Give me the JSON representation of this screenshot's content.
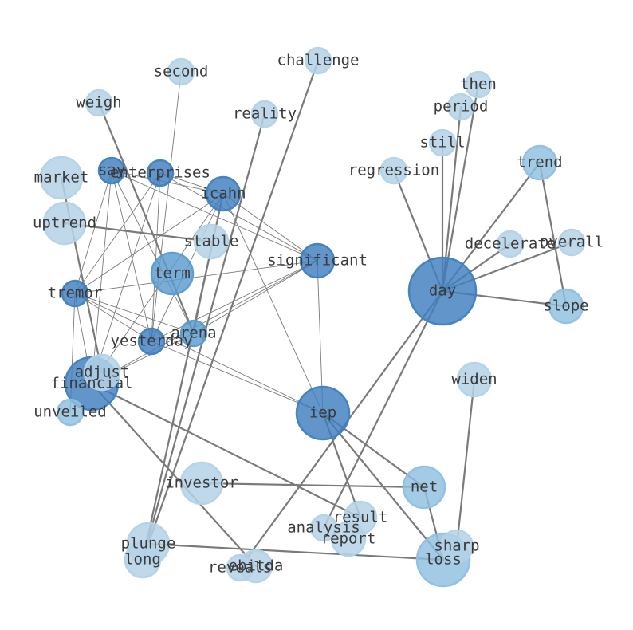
{
  "diagram": {
    "type": "word-network",
    "colors": {
      "pale": "#b4d2e7",
      "light": "#8fbfe0",
      "medium": "#5a9bd0",
      "dark": "#3f7fbf",
      "edge": "#7a7a7a",
      "text": "#3a3a3a"
    },
    "nodes": [
      {
        "id": "day",
        "label": "day",
        "tone": "dark",
        "weight": 5
      },
      {
        "id": "iep",
        "label": "iep",
        "tone": "dark",
        "weight": 4
      },
      {
        "id": "loss",
        "label": "loss",
        "tone": "light",
        "weight": 4
      },
      {
        "id": "financial",
        "label": "financial",
        "tone": "dark",
        "weight": 4
      },
      {
        "id": "term",
        "label": "term",
        "tone": "medium",
        "weight": 3
      },
      {
        "id": "net",
        "label": "net",
        "tone": "light",
        "weight": 3
      },
      {
        "id": "market",
        "label": "market",
        "tone": "pale",
        "weight": 3
      },
      {
        "id": "uptrend",
        "label": "uptrend",
        "tone": "pale",
        "weight": 3
      },
      {
        "id": "investor",
        "label": "investor",
        "tone": "pale",
        "weight": 3
      },
      {
        "id": "plunge",
        "label": "plunge",
        "tone": "pale",
        "weight": 3
      },
      {
        "id": "long",
        "label": "long",
        "tone": "pale",
        "weight": 2
      },
      {
        "id": "icahn",
        "label": "icahn",
        "tone": "dark",
        "weight": 2
      },
      {
        "id": "significant",
        "label": "significant",
        "tone": "dark",
        "weight": 2
      },
      {
        "id": "adjust",
        "label": "adjust",
        "tone": "pale",
        "weight": 2
      },
      {
        "id": "trend",
        "label": "trend",
        "tone": "light",
        "weight": 2
      },
      {
        "id": "slope",
        "label": "slope",
        "tone": "light",
        "weight": 2
      },
      {
        "id": "widen",
        "label": "widen",
        "tone": "pale",
        "weight": 2
      },
      {
        "id": "stable",
        "label": "stable",
        "tone": "pale",
        "weight": 2
      },
      {
        "id": "sharp",
        "label": "sharp",
        "tone": "pale",
        "weight": 2
      },
      {
        "id": "result",
        "label": "result",
        "tone": "pale",
        "weight": 2
      },
      {
        "id": "report",
        "label": "report",
        "tone": "pale",
        "weight": 2
      },
      {
        "id": "ebitda",
        "label": "ebitda",
        "tone": "pale",
        "weight": 2
      },
      {
        "id": "arena",
        "label": "arena",
        "tone": "medium",
        "weight": 1
      },
      {
        "id": "tremor",
        "label": "tremor",
        "tone": "dark",
        "weight": 1
      },
      {
        "id": "yesterday",
        "label": "yesterday",
        "tone": "dark",
        "weight": 1
      },
      {
        "id": "enterprises",
        "label": "enterprises",
        "tone": "dark",
        "weight": 1
      },
      {
        "id": "say",
        "label": "say",
        "tone": "dark",
        "weight": 1
      },
      {
        "id": "unveiled",
        "label": "unveiled",
        "tone": "light",
        "weight": 1
      },
      {
        "id": "reality",
        "label": "reality",
        "tone": "pale",
        "weight": 1
      },
      {
        "id": "challenge",
        "label": "challenge",
        "tone": "pale",
        "weight": 1
      },
      {
        "id": "second",
        "label": "second",
        "tone": "pale",
        "weight": 1
      },
      {
        "id": "weigh",
        "label": "weigh",
        "tone": "pale",
        "weight": 1
      },
      {
        "id": "then",
        "label": "then",
        "tone": "pale",
        "weight": 1
      },
      {
        "id": "period",
        "label": "period",
        "tone": "pale",
        "weight": 1
      },
      {
        "id": "still",
        "label": "still",
        "tone": "pale",
        "weight": 1
      },
      {
        "id": "regression",
        "label": "regression",
        "tone": "pale",
        "weight": 1
      },
      {
        "id": "decelerate",
        "label": "decelerate",
        "tone": "pale",
        "weight": 1
      },
      {
        "id": "overall",
        "label": "overall",
        "tone": "pale",
        "weight": 1
      },
      {
        "id": "analysis",
        "label": "analysis",
        "tone": "pale",
        "weight": 1
      },
      {
        "id": "reveals",
        "label": "reveals",
        "tone": "pale",
        "weight": 1
      }
    ],
    "edges": [
      {
        "source": "day",
        "target": "trend",
        "strength": "strong"
      },
      {
        "source": "day",
        "target": "slope",
        "strength": "strong"
      },
      {
        "source": "day",
        "target": "overall",
        "strength": "strong"
      },
      {
        "source": "day",
        "target": "decelerate",
        "strength": "strong"
      },
      {
        "source": "day",
        "target": "regression",
        "strength": "strong"
      },
      {
        "source": "day",
        "target": "still",
        "strength": "strong"
      },
      {
        "source": "day",
        "target": "period",
        "strength": "strong"
      },
      {
        "source": "day",
        "target": "then",
        "strength": "strong"
      },
      {
        "source": "day",
        "target": "analysis",
        "strength": "strong"
      },
      {
        "source": "day",
        "target": "reveals",
        "strength": "strong"
      },
      {
        "source": "trend",
        "target": "slope",
        "strength": "strong"
      },
      {
        "source": "widen",
        "target": "sharp",
        "strength": "strong"
      },
      {
        "source": "iep",
        "target": "net",
        "strength": "strong"
      },
      {
        "source": "iep",
        "target": "loss",
        "strength": "strong"
      },
      {
        "source": "iep",
        "target": "result",
        "strength": "strong"
      },
      {
        "source": "net",
        "target": "loss",
        "strength": "strong"
      },
      {
        "source": "investor",
        "target": "net",
        "strength": "strong"
      },
      {
        "source": "plunge",
        "target": "loss",
        "strength": "strong"
      },
      {
        "source": "financial",
        "target": "result",
        "strength": "strong"
      },
      {
        "source": "financial",
        "target": "ebitda",
        "strength": "strong"
      },
      {
        "source": "long",
        "target": "icahn",
        "strength": "strong"
      },
      {
        "source": "long",
        "target": "challenge",
        "strength": "strong"
      },
      {
        "source": "long",
        "target": "reality",
        "strength": "strong"
      },
      {
        "source": "weigh",
        "target": "arena",
        "strength": "strong"
      },
      {
        "source": "uptrend",
        "target": "stable",
        "strength": "strong"
      },
      {
        "source": "market",
        "target": "adjust",
        "strength": "strong"
      },
      {
        "source": "tremor",
        "target": "icahn",
        "strength": "weak"
      },
      {
        "source": "tremor",
        "target": "significant",
        "strength": "weak"
      },
      {
        "source": "tremor",
        "target": "enterprises",
        "strength": "weak"
      },
      {
        "source": "tremor",
        "target": "say",
        "strength": "weak"
      },
      {
        "source": "tremor",
        "target": "arena",
        "strength": "weak"
      },
      {
        "source": "tremor",
        "target": "yesterday",
        "strength": "weak"
      },
      {
        "source": "tremor",
        "target": "iep",
        "strength": "weak"
      },
      {
        "source": "tremor",
        "target": "financial",
        "strength": "weak"
      },
      {
        "source": "tremor",
        "target": "unveiled",
        "strength": "weak"
      },
      {
        "source": "icahn",
        "target": "say",
        "strength": "weak"
      },
      {
        "source": "icahn",
        "target": "enterprises",
        "strength": "weak"
      },
      {
        "source": "icahn",
        "target": "significant",
        "strength": "weak"
      },
      {
        "source": "icahn",
        "target": "yesterday",
        "strength": "weak"
      },
      {
        "source": "icahn",
        "target": "arena",
        "strength": "weak"
      },
      {
        "source": "icahn",
        "target": "iep",
        "strength": "weak"
      },
      {
        "source": "icahn",
        "target": "financial",
        "strength": "weak"
      },
      {
        "source": "significant",
        "target": "say",
        "strength": "weak"
      },
      {
        "source": "significant",
        "target": "enterprises",
        "strength": "weak"
      },
      {
        "source": "significant",
        "target": "yesterday",
        "strength": "weak"
      },
      {
        "source": "significant",
        "target": "arena",
        "strength": "weak"
      },
      {
        "source": "significant",
        "target": "financial",
        "strength": "weak"
      },
      {
        "source": "significant",
        "target": "iep",
        "strength": "weak"
      },
      {
        "source": "say",
        "target": "yesterday",
        "strength": "weak"
      },
      {
        "source": "say",
        "target": "arena",
        "strength": "weak"
      },
      {
        "source": "say",
        "target": "financial",
        "strength": "weak"
      },
      {
        "source": "enterprises",
        "target": "yesterday",
        "strength": "weak"
      },
      {
        "source": "enterprises",
        "target": "financial",
        "strength": "weak"
      },
      {
        "source": "yesterday",
        "target": "iep",
        "strength": "weak"
      },
      {
        "source": "yesterday",
        "target": "second",
        "strength": "weak"
      },
      {
        "source": "arena",
        "target": "financial",
        "strength": "weak"
      }
    ]
  }
}
